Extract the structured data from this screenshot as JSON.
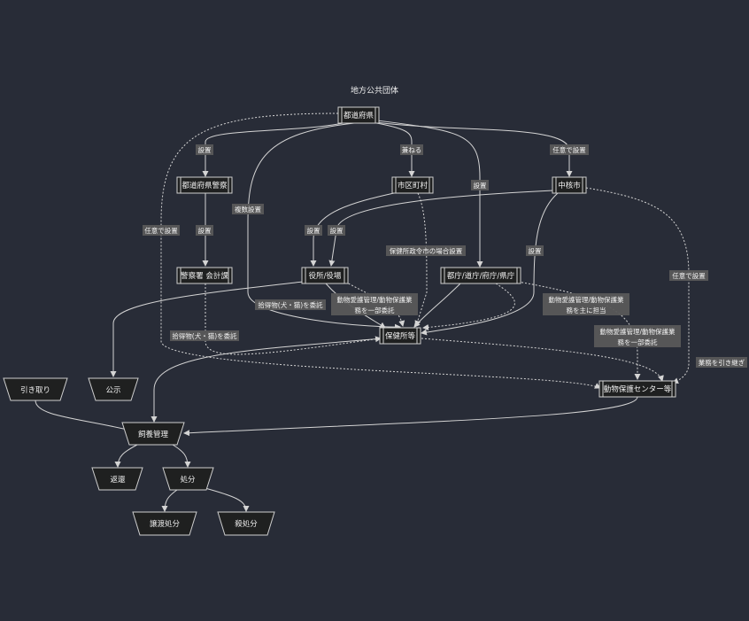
{
  "diagram": {
    "title": "地方公共団体",
    "nodes": {
      "todofuken": "都道府県",
      "police": "都道府県警察",
      "shikuchoson": "市区町村",
      "chukakushi": "中核市",
      "keisatsusho": "警察署 会計課",
      "yakusho": "役所/役場",
      "tocho": "都庁/道庁/府庁/県庁",
      "hokenjo": "保健所等",
      "center": "動物保護センター等",
      "hikitori": "引き取り",
      "koji": "公示",
      "shiyo": "飼養管理",
      "henkan": "返還",
      "shobun": "処分",
      "joto": "譲渡処分",
      "satsu": "殺処分"
    },
    "edge_labels": {
      "setchi": "設置",
      "kaneru": "兼ねる",
      "nin_setchi": "任意で設置",
      "fukusu": "複数設置",
      "seirei": "保健所政令市の場合設置",
      "ishoku": "拾得物(犬・猫)を委託",
      "ichibu_line1": "動物愛護管理/動物保護業",
      "ichibu_line2": "務を一部委託",
      "omo_line1": "動物愛護管理/動物保護業",
      "omo_line2": "務を主に担当",
      "hikitsugi": "業務を引き継ぎ"
    }
  }
}
